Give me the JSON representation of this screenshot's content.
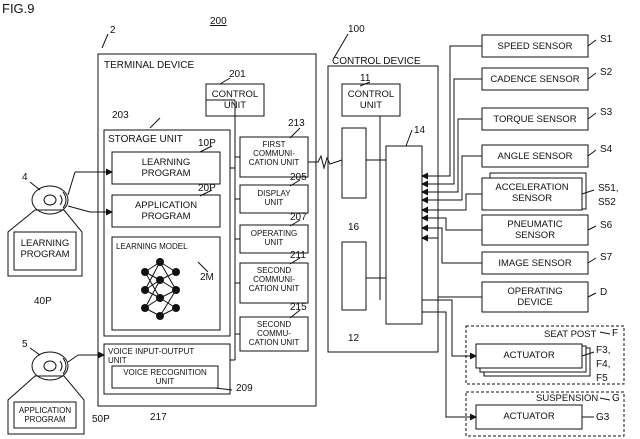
{
  "figure_label": "FIG.9",
  "ref_numbers": {
    "system": "200",
    "terminal": "2",
    "control_unit_t": "201",
    "storage": "203",
    "learning_program": "10P",
    "application_program": "20P",
    "learning_model": "2M",
    "first_comm": "213",
    "display": "205",
    "operating": "207",
    "second_comm_a": "211",
    "second_comm_b": "215",
    "voice_unit": "209",
    "voice_recog": "217",
    "device_4": "4",
    "device_5": "5",
    "media_40": "40P",
    "media_50": "50P",
    "control_device": "100",
    "control_unit_c": "11",
    "storage_c": "12",
    "comm_c": "16",
    "bus": "14",
    "s1": "S1",
    "s2": "S2",
    "s3": "S3",
    "s4": "S4",
    "s51": "S51,",
    "s52": "S52",
    "s6": "S6",
    "s7": "S7",
    "d": "D",
    "f": "F",
    "f3": "F3,",
    "f4": "F4,",
    "f5": "F5",
    "g": "G",
    "g3": "G3"
  },
  "terminal_device": {
    "title": "TERMINAL DEVICE",
    "control_unit": "CONTROL\nUNIT",
    "storage_unit": "STORAGE UNIT",
    "learning_program": "LEARNING\nPROGRAM",
    "application_program": "APPLICATION\nPROGRAM",
    "learning_model": "LEARNING MODEL",
    "first_comm": "FIRST\nCOMMUNI-\nCATION UNIT",
    "display_unit": "DISPLAY\nUNIT",
    "operating_unit": "OPERATING\nUNIT",
    "second_comm_a": "SECOND\nCOMMUNI-\nCATION UNIT",
    "second_comm_b": "SECOND\nCOMMU-\nCATION UNIT",
    "voice_io": "VOICE INPUT-OUTPUT\nUNIT",
    "voice_recognition": "VOICE RECOGNITION\nUNIT"
  },
  "media": {
    "learning_program": "LEARNING\nPROGRAM",
    "application_program": "APPLICATION\nPROGRAM"
  },
  "control_device": {
    "title": "CONTROL DEVICE",
    "control_unit": "CONTROL\nUNIT"
  },
  "sensors": [
    {
      "label": "SPEED SENSOR"
    },
    {
      "label": "CADENCE SENSOR"
    },
    {
      "label": "TORQUE SENSOR"
    },
    {
      "label": "ANGLE SENSOR"
    },
    {
      "label": "ACCELERATION\nSENSOR"
    },
    {
      "label": "PNEUMATIC\nSENSOR"
    },
    {
      "label": "IMAGE SENSOR"
    },
    {
      "label": "OPERATING\nDEVICE"
    }
  ],
  "seat_post": {
    "title": "SEAT POST",
    "actuator": "ACTUATOR"
  },
  "suspension": {
    "title": "SUSPENSION",
    "actuator": "ACTUATOR"
  }
}
